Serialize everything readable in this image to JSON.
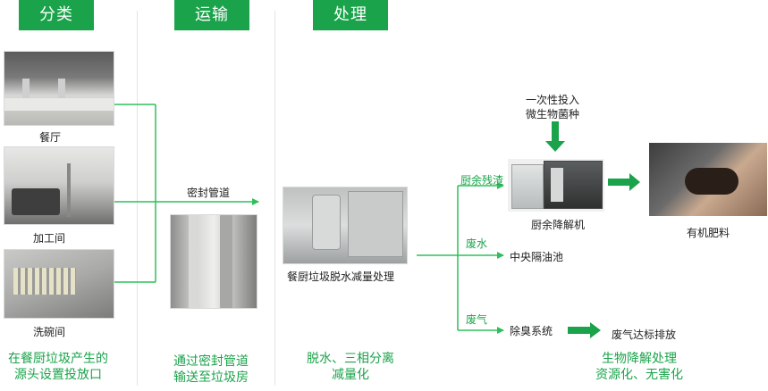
{
  "colors": {
    "accent": "#1aa34a",
    "line": "#2fbf5a"
  },
  "headers": {
    "sort": "分类",
    "transport": "运输",
    "process": "处理"
  },
  "sources": {
    "restaurant": "餐厅",
    "kitchen": "加工间",
    "dishwashing": "洗碗间"
  },
  "transport": {
    "pipe_label": "密封管道"
  },
  "machine": {
    "label": "餐厨垃圾脱水减量处理"
  },
  "outputs": {
    "residue": "厨余残渣",
    "wastewater": "废水",
    "waste_gas": "废气"
  },
  "nodes": {
    "microbes_line1": "一次性投入",
    "microbes_line2": "微生物菌种",
    "digester": "厨余降解机",
    "fertilizer": "有机肥料",
    "grease_trap": "中央隔油池",
    "deodor": "除臭系统",
    "gas_emission": "废气达标排放"
  },
  "captions": {
    "sort_line1": "在餐厨垃圾产生的",
    "sort_line2": "源头设置投放口",
    "transport_line1": "通过密封管道",
    "transport_line2": "输送至垃圾房",
    "process_line1": "脱水、三相分离",
    "process_line2": "减量化",
    "bio_line1": "生物降解处理",
    "bio_line2": "资源化、无害化"
  }
}
